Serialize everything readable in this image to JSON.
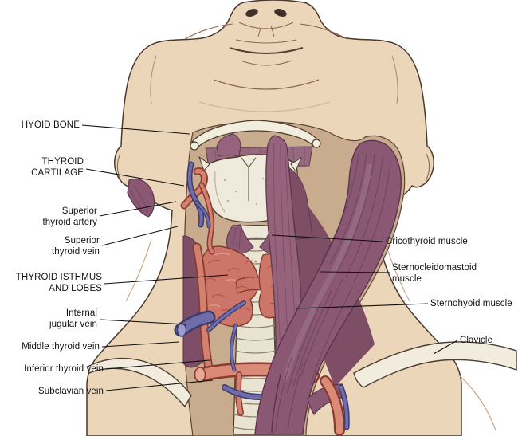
{
  "labels": {
    "hyoid_bone": "HYOID BONE",
    "thyroid_cartilage": "THYROID\nCARTILAGE",
    "superior_thyroid_artery": "Superior\nthyroid artery",
    "superior_thyroid_vein": "Superior\nthyroid vein",
    "thyroid_isthmus_and_lobes": "THYROID ISTHMUS\nAND LOBES",
    "internal_jugular_vein": "Internal\njugular vein",
    "middle_thyroid_vein": "Middle thyroid vein",
    "inferior_thyroid_vein": "Inferior thyroid vein",
    "subclavian_vein": "Subclavian vein",
    "cricothyroid_muscle": "Cricothyroid muscle",
    "sternocleidomastoid_muscle": "Sternocleidomastoid\nmuscle",
    "sternohyoid_muscle": "Sternohyoid muscle",
    "clavicle": "Clavicle"
  },
  "palette": {
    "background": "#ffffff",
    "skin": "#ecd6ba",
    "skin_line": "#8a6a4e",
    "muscle": "#8b5873",
    "muscle_dark": "#5a3350",
    "bone_cartilage": "#f1ecdd",
    "thyroid_gland": "#cb7668",
    "artery": "#d4806e",
    "vein": "#6e6cab",
    "leader_line": "#111111"
  }
}
